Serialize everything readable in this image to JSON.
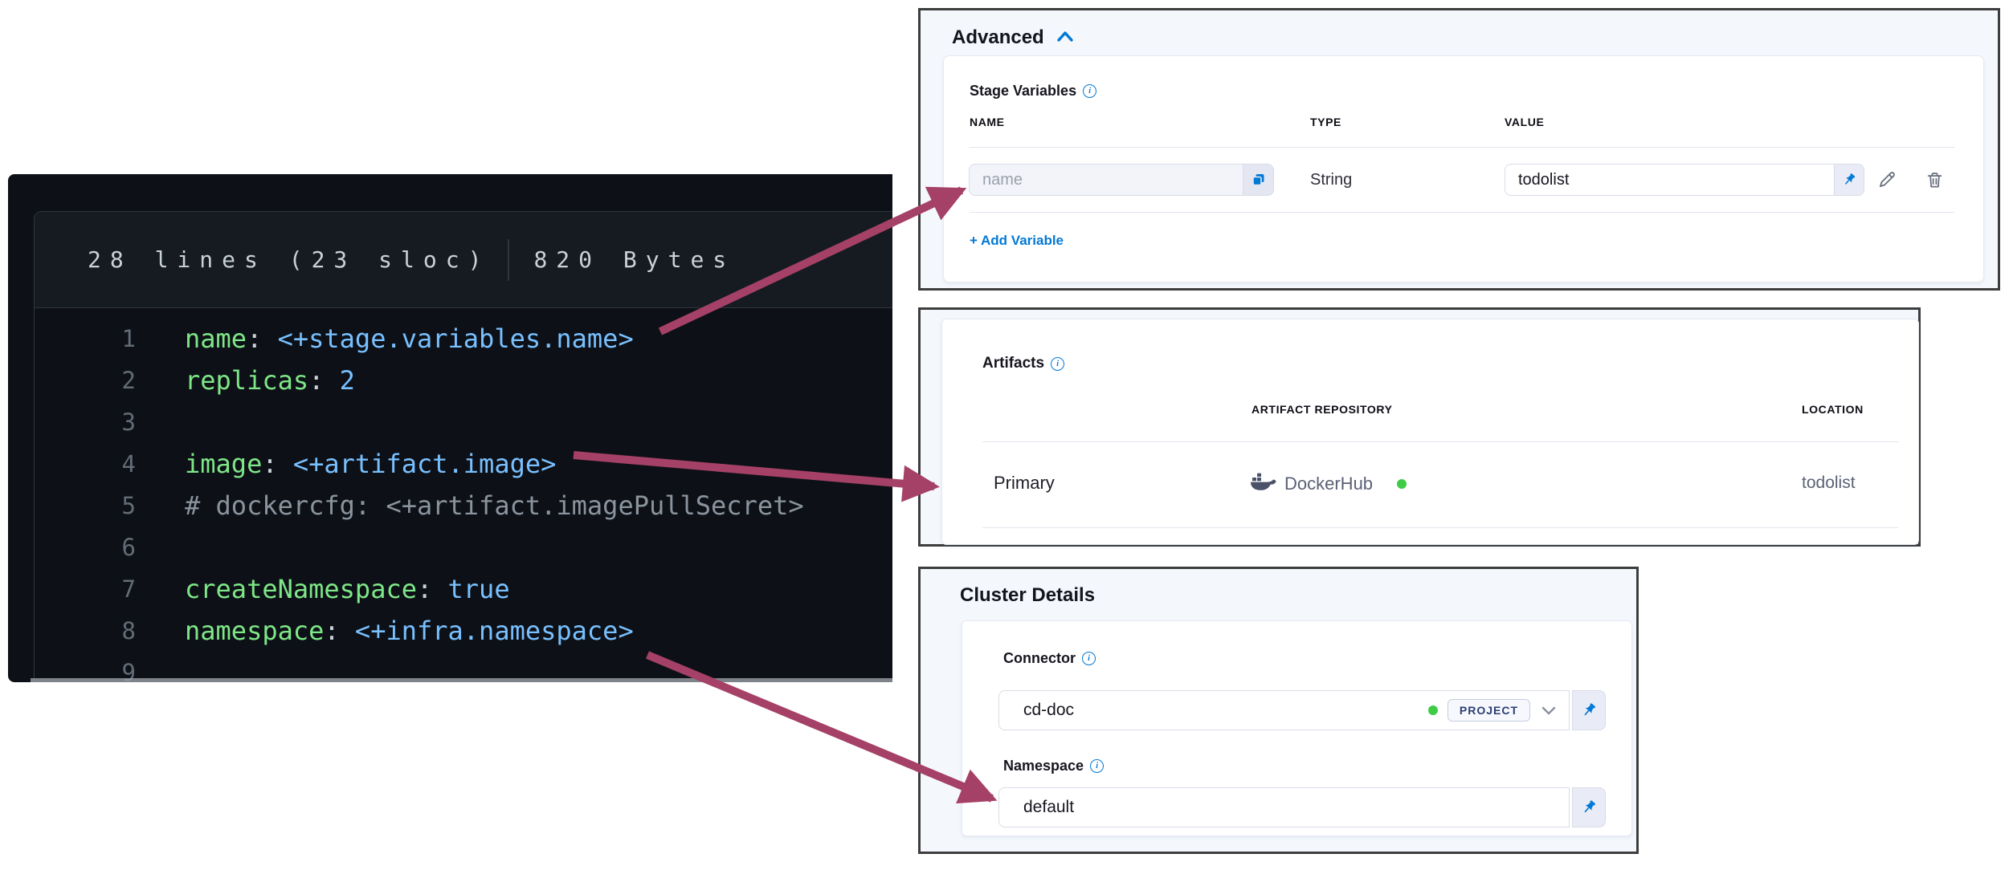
{
  "accent_color": "#0278d5",
  "arrow_color": "#a54166",
  "code_viewer": {
    "meta_lines": "28 lines (23 sloc)",
    "meta_size": "820 Bytes",
    "syntax_colors": {
      "key": "#7ee787",
      "value": "#79c0ff",
      "plain": "#c9d1d9",
      "comment": "#8b949e"
    },
    "lines": [
      {
        "num": "1",
        "tokens": [
          [
            "key",
            "name"
          ],
          [
            "plain",
            ": "
          ],
          [
            "value",
            "<+stage.variables.name>"
          ]
        ]
      },
      {
        "num": "2",
        "tokens": [
          [
            "key",
            "replicas"
          ],
          [
            "plain",
            ": "
          ],
          [
            "value",
            "2"
          ]
        ]
      },
      {
        "num": "3",
        "tokens": []
      },
      {
        "num": "4",
        "tokens": [
          [
            "key",
            "image"
          ],
          [
            "plain",
            ": "
          ],
          [
            "value",
            "<+artifact.image>"
          ]
        ]
      },
      {
        "num": "5",
        "tokens": [
          [
            "comment",
            "# dockercfg: <+artifact.imagePullSecret>"
          ]
        ]
      },
      {
        "num": "6",
        "tokens": []
      },
      {
        "num": "7",
        "tokens": [
          [
            "key",
            "createNamespace"
          ],
          [
            "plain",
            ": "
          ],
          [
            "value",
            "true"
          ]
        ]
      },
      {
        "num": "8",
        "tokens": [
          [
            "key",
            "namespace"
          ],
          [
            "plain",
            ": "
          ],
          [
            "value",
            "<+infra.namespace>"
          ]
        ]
      },
      {
        "num": "9",
        "tokens": []
      }
    ]
  },
  "advanced_panel": {
    "title": "Advanced",
    "section_label": "Stage Variables",
    "columns": [
      "NAME",
      "TYPE",
      "VALUE"
    ],
    "variable_row": {
      "name_placeholder": "name",
      "type": "String",
      "value": "todolist"
    },
    "add_variable_label": "+ Add Variable"
  },
  "artifacts_panel": {
    "title": "Artifacts",
    "columns": [
      "ARTIFACT REPOSITORY",
      "LOCATION"
    ],
    "row": {
      "name": "Primary",
      "repository": "DockerHub",
      "location": "todolist"
    }
  },
  "cluster_panel": {
    "title": "Cluster Details",
    "connector": {
      "label": "Connector",
      "value": "cd-doc",
      "scope": "PROJECT"
    },
    "namespace": {
      "label": "Namespace",
      "value": "default"
    }
  }
}
